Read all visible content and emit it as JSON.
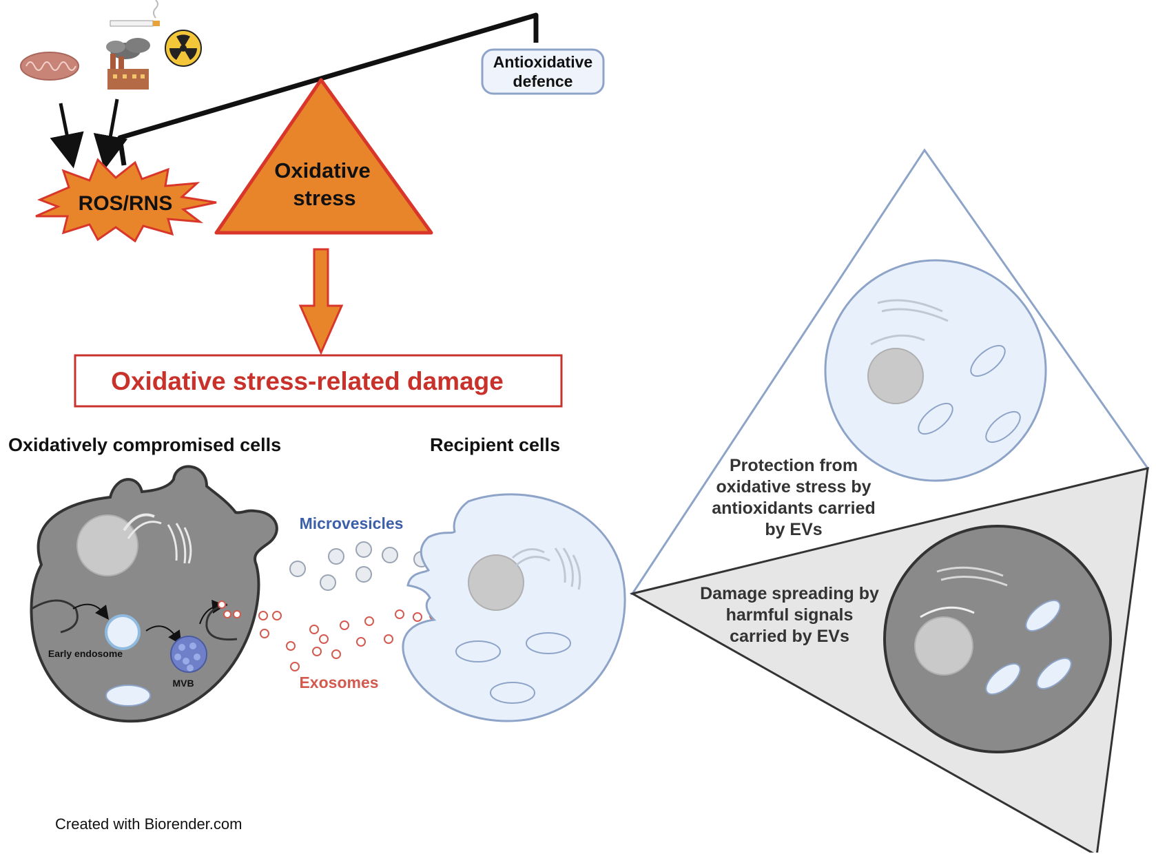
{
  "labels": {
    "ros_rns": "ROS/RNS",
    "oxidative_stress_line1": "Oxidative",
    "oxidative_stress_line2": "stress",
    "antioxidative_line1": "Antioxidative",
    "antioxidative_line2": "defence",
    "damage_box": "Oxidative stress-related damage",
    "compromised_cells": "Oxidatively compromised cells",
    "recipient_cells": "Recipient cells",
    "microvesicles": "Microvesicles",
    "exosomes": "Exosomes",
    "early_endosome": "Early endosome",
    "mvb": "MVB",
    "protection_line1": "Protection from",
    "protection_line2": "oxidative stress by",
    "protection_line3": "antioxidants carried",
    "protection_line4": "by EVs",
    "damage_spread_line1": "Damage spreading by",
    "damage_spread_line2": "harmful signals",
    "damage_spread_line3": "carried by EVs",
    "credit": "Created with Biorender.com"
  },
  "icons": [
    "mitochondrion-icon",
    "cigarette-icon",
    "factory-icon",
    "radiation-icon"
  ],
  "colors": {
    "orange": "#e8852b",
    "red_outline": "#d9362b",
    "damage_text": "#c8322b",
    "microvesicle_text": "#3b5fa8",
    "exosome_text": "#d25a4f",
    "cell_blue": "#e8f0fb",
    "cell_blue_outline": "#8da3c8",
    "cell_gray": "#8a8a8a",
    "panel_gray": "#e6e6e6"
  }
}
